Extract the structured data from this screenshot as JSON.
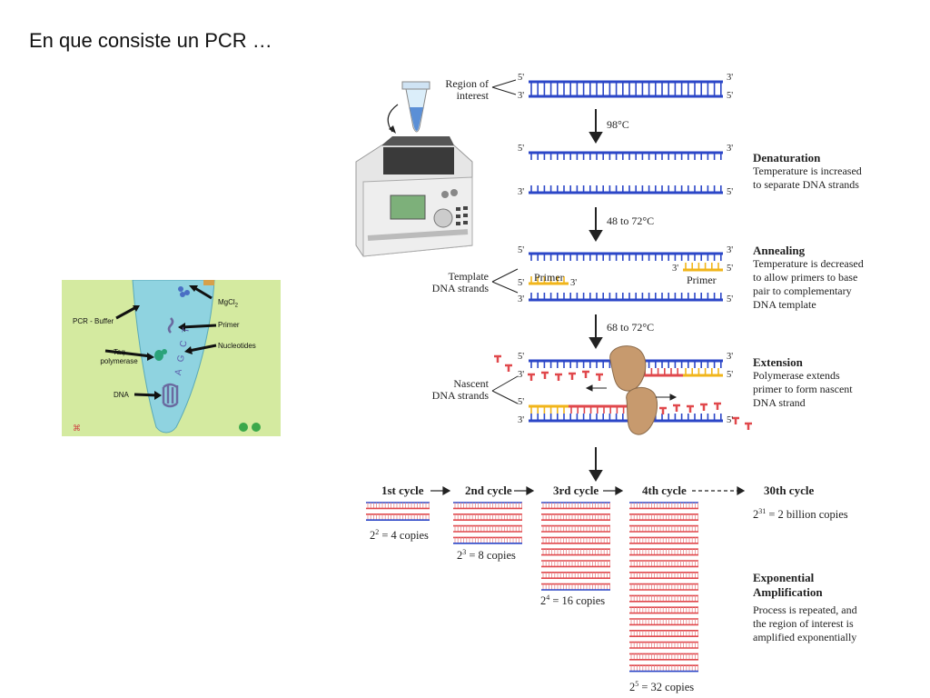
{
  "title": "En que consiste un PCR …",
  "inset": {
    "mgcl2": "MgCl",
    "mgcl2_sub": "2",
    "primer": "Primer",
    "nucleotides": "Nucleotides",
    "buffer": "PCR - Buffer",
    "taq": "Taq",
    "polymerase": "polymerase",
    "dna": "DNA",
    "bases": "A G C T",
    "logo": "⌘"
  },
  "labels": {
    "region": [
      "Region of",
      "interest"
    ],
    "template": [
      "Template",
      "DNA strands"
    ],
    "nascent": [
      "Nascent",
      "DNA strands"
    ],
    "primer_left": "Primer",
    "primer_right": "Primer",
    "five": "5'",
    "three": "3'"
  },
  "temps": {
    "t1": "98°C",
    "t2": "48 to 72°C",
    "t3": "68 to 72°C"
  },
  "steps": {
    "denaturation": {
      "head": "Denaturation",
      "lines": [
        "Temperature is increased",
        "to separate DNA strands"
      ]
    },
    "annealing": {
      "head": "Annealing",
      "lines": [
        "Temperature is decreased",
        "to allow primers to base",
        "pair to complementary",
        "DNA template"
      ]
    },
    "extension": {
      "head": "Extension",
      "lines": [
        "Polymerase extends",
        "primer to form nascent",
        "DNA strand"
      ]
    },
    "amplification": {
      "head": [
        "Exponential",
        "Amplification"
      ],
      "lines": [
        "Process is repeated, and",
        "the region of interest is",
        "amplified exponentially"
      ]
    }
  },
  "cycles": {
    "c1": "1st cycle",
    "c2": "2nd cycle",
    "c3": "3rd cycle",
    "c4": "4th cycle",
    "c30": "30th cycle"
  },
  "copies": {
    "c1": {
      "base": "2",
      "exp": "2",
      "rest": " = 4 copies"
    },
    "c2": {
      "base": "2",
      "exp": "3",
      "rest": " = 8 copies"
    },
    "c3": {
      "base": "2",
      "exp": "4",
      "rest": " = 16 copies"
    },
    "c4": {
      "base": "2",
      "exp": "5",
      "rest": " = 32 copies"
    },
    "c30": {
      "base": "2",
      "exp": "31",
      "rest": " = 2 billion copies"
    }
  },
  "colors": {
    "blue": "#2b46c7",
    "red": "#e0484c",
    "yellow": "#f1b51a",
    "tube": "#8fd3e0",
    "inset_bg": "#d4eaa0",
    "polymerase": "#c79a6e"
  }
}
